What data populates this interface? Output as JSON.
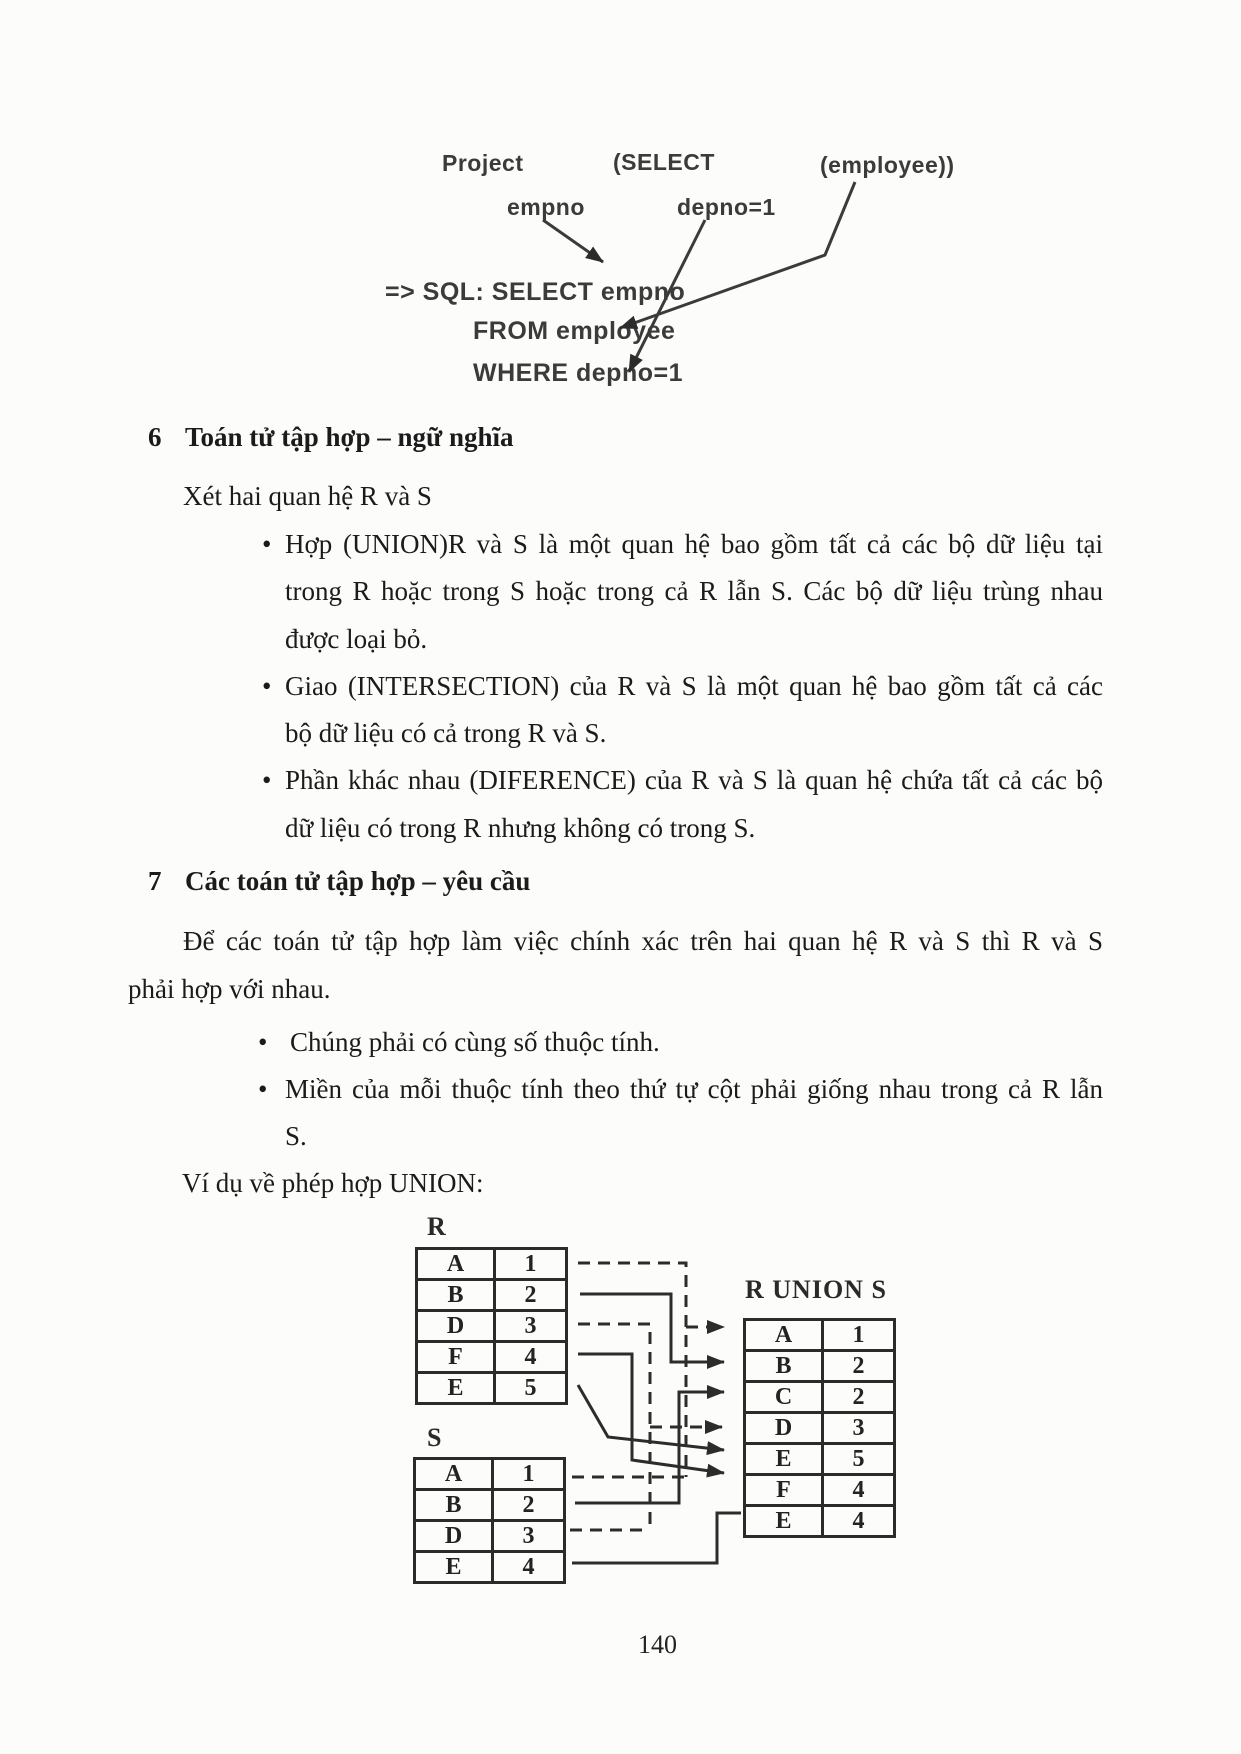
{
  "ui": {
    "bullet": "•"
  },
  "figure_top": {
    "project": "Project",
    "select_open": "(SELECT",
    "employee": "(employee))",
    "empno": "empno",
    "depno": "depno=1",
    "sql_line1": "=> SQL: SELECT  empno",
    "sql_line2": "FROM employee",
    "sql_line3": "WHERE depno=1"
  },
  "sections": {
    "s6": {
      "number": "6",
      "title": "Toán tử tập hợp – ngữ nghĩa",
      "intro": "Xét hai quan hệ R và S",
      "bullets": [
        {
          "lines": [
            "Hợp (UNION)R và S là một quan hệ bao gồm tất cả các bộ dữ liệu tại",
            "trong R hoặc trong S hoặc trong cả R lẫn S. Các bộ dữ liệu trùng nhau",
            "được loại bỏ."
          ]
        },
        {
          "lines": [
            "Giao (INTERSECTION) của R và S là một quan hệ bao gồm tất cả các",
            "bộ dữ liệu có cả trong R và S."
          ]
        },
        {
          "lines": [
            "Phần khác nhau (DIFERENCE) của R và S là quan hệ chứa tất cả các bộ",
            "dữ liệu có trong R nhưng không có trong S."
          ]
        }
      ]
    },
    "s7": {
      "number": "7",
      "title": "Các toán tử tập hợp – yêu cầu",
      "para_lines": [
        "Để các toán tử tập hợp làm việc chính xác trên hai quan hệ R và S thì R và S",
        "phải hợp với nhau."
      ],
      "bullets": [
        {
          "lines": [
            "Chúng phải có cùng số thuộc tính."
          ]
        },
        {
          "lines": [
            "Miền của mỗi thuộc tính theo thứ tự cột phải giống nhau trong cả R lẫn",
            "S."
          ]
        }
      ],
      "example_caption": "Ví dụ về phép hợp UNION:"
    }
  },
  "figure_union": {
    "r_label": "R",
    "s_label": "S",
    "union_label": "R UNION S",
    "r_rows": [
      [
        "A",
        "1"
      ],
      [
        "B",
        "2"
      ],
      [
        "D",
        "3"
      ],
      [
        "F",
        "4"
      ],
      [
        "E",
        "5"
      ]
    ],
    "s_rows": [
      [
        "A",
        "1"
      ],
      [
        "B",
        "2"
      ],
      [
        "D",
        "3"
      ],
      [
        "E",
        "4"
      ]
    ],
    "union_rows": [
      [
        "A",
        "1"
      ],
      [
        "B",
        "2"
      ],
      [
        "C",
        "2"
      ],
      [
        "D",
        "3"
      ],
      [
        "E",
        "5"
      ],
      [
        "F",
        "4"
      ],
      [
        "E",
        "4"
      ]
    ]
  },
  "page_number": "140",
  "colors": {
    "ink": "#1b1b1b",
    "scan_stroke": "#2c2c2c",
    "fig_text": "#3b3b3b"
  }
}
